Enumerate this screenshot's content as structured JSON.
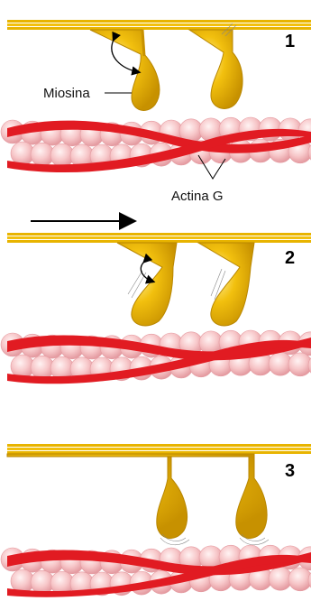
{
  "labels": {
    "myosin": "Miosina",
    "actin": "Actina G"
  },
  "panels": [
    {
      "number": "1"
    },
    {
      "number": "2"
    },
    {
      "number": "3"
    }
  ],
  "colors": {
    "myosin_fill": "#f2c00e",
    "myosin_dark": "#c79100",
    "myosin_light": "#ffe77a",
    "actin_bead": "#f7c7c9",
    "actin_bead_edge": "#e49aa0",
    "tropomyosin": "#e11b22",
    "background": "#ffffff"
  }
}
